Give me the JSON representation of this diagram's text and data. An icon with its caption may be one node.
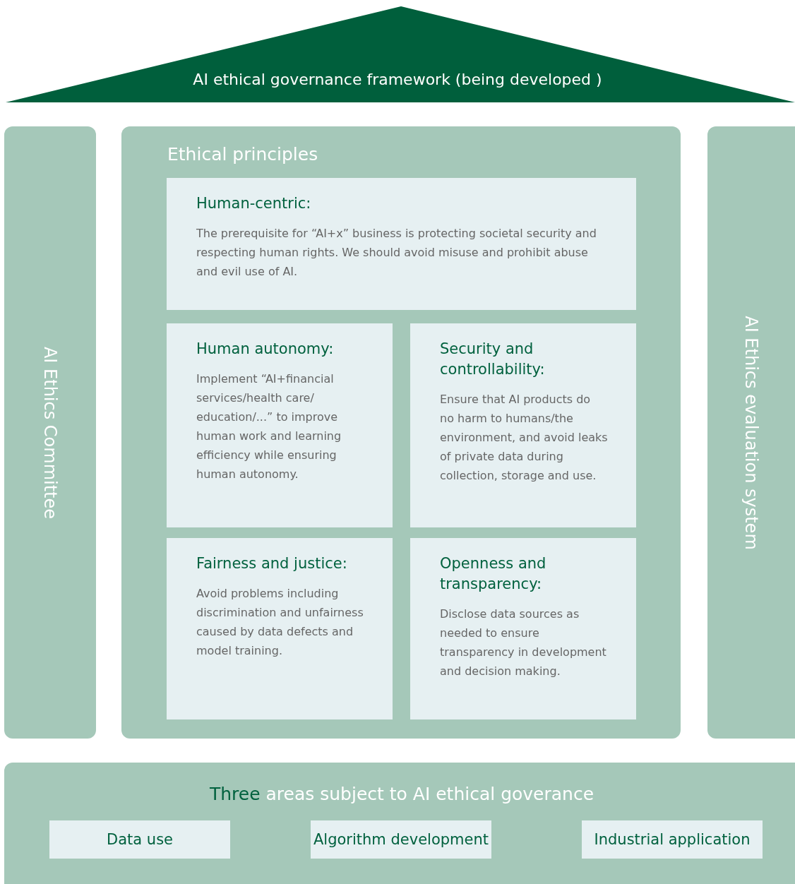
{
  "diagram": {
    "nodes": [
      {
        "text": [
          "AI ethical governance framework (being developed )"
        ]
      },
      {
        "text": [
          "AI Ethics Committee"
        ]
      },
      {
        "text": [
          "Ethical principles"
        ]
      },
      {
        "text": [
          "Human-centric:",
          "The prerequisite for “AI+x” business is protecting societal security and respecting human rights. We should avoid misuse and prohibit abuse and evil use of AI."
        ],
        "in": 2
      },
      {
        "text": [
          "Human autonomy:",
          "Implement “AI+financial services/health care/ education/...” to improve human work and learning efficiency while ensuring human autonomy."
        ],
        "in": 2
      },
      {
        "text": [
          "Security and controllability:",
          "Ensure that AI products do no harm to humans/the environment, and avoid leaks of private data during collection, storage and use."
        ],
        "in": 2
      },
      {
        "text": [
          "Fairness and justice:",
          "Avoid problems including discrimination and unfairness caused by data defects and model training."
        ],
        "in": 2
      },
      {
        "text": [
          "Openness and transparency:",
          "Disclose data sources as needed to ensure transparency in development and decision making."
        ],
        "in": 2
      },
      {
        "text": [
          "AI Ethics evaluation system"
        ]
      },
      {
        "text": [
          "Three areas subject to AI ethical goverance"
        ]
      },
      {
        "text": [
          "Data use"
        ],
        "in": 9
      },
      {
        "text": [
          "Algorithm development"
        ],
        "in": 9
      },
      {
        "text": [
          "Industrial application"
        ],
        "in": 9
      }
    ]
  }
}
